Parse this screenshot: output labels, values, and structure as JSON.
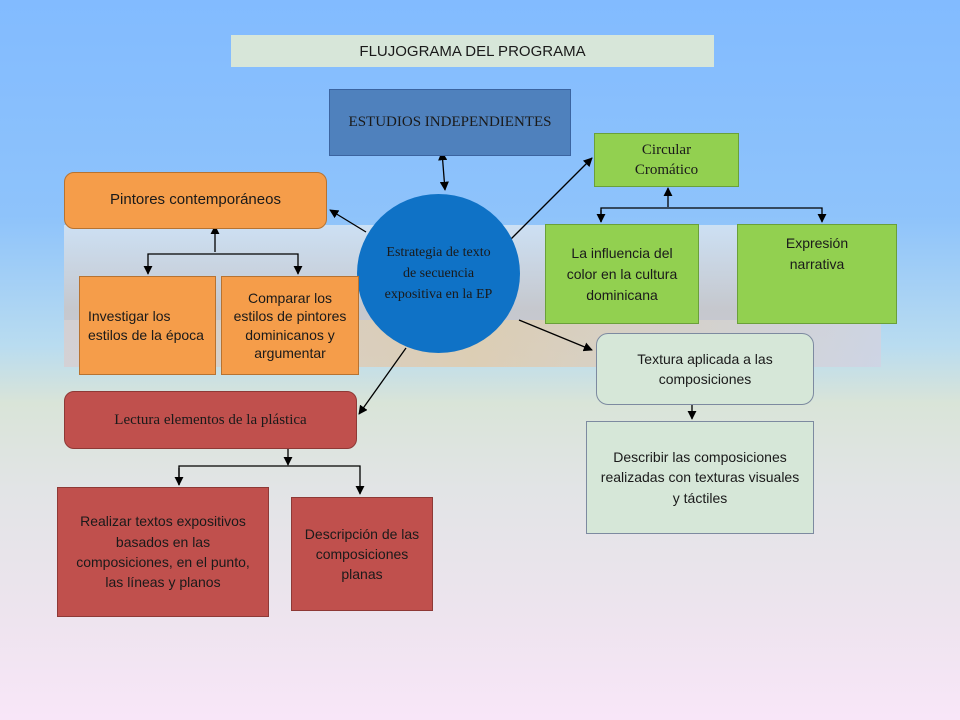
{
  "title": "FLUJOGRAMA DEL PROGRAMA",
  "nodes": {
    "estudios": "ESTUDIOS INDEPENDIENTES",
    "estrategia": "Estrategia de texto de secuencia expositiva en la EP",
    "pintores": "Pintores contemporáneos",
    "investigar": "Investigar los estilos de la época",
    "comparar": "Comparar los estilos  de pintores dominicanos y argumentar",
    "lectura": "Lectura elementos de la plástica",
    "realizar": "Realizar textos expositivos basados en las composiciones,  en el punto, las líneas y planos",
    "descripcion": "Descripción de las composiciones planas",
    "circular": "Circular Cromático",
    "influencia": "La influencia del color en la cultura dominicana",
    "expresion": "Expresión narrativa",
    "textura": "Textura aplicada a las composiciones",
    "describir": "Describir  las composiciones  realizadas con texturas visuales y táctiles"
  },
  "colors": {
    "blue_header": "#4f81bd",
    "center_ellipse": "#0f72c6",
    "orange": "#f59d4a",
    "red": "#c0504d",
    "green": "#92d050",
    "pale": "#d6e7d8",
    "title_bar": "#d7e6d9"
  }
}
